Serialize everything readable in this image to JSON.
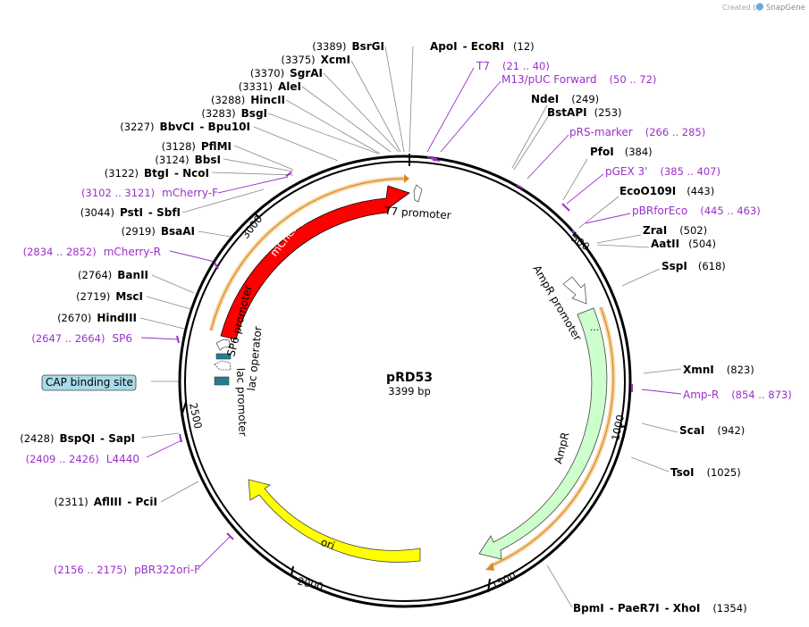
{
  "credit": {
    "created_by": "Created by",
    "brand": "SnapGene"
  },
  "plasmid": {
    "name": "pRD53",
    "size_label": "3399 bp"
  },
  "ticks": [
    "500",
    "1000",
    "1500",
    "2000",
    "2500",
    "3000"
  ],
  "features": {
    "mcherry": "mCherry",
    "ampr": "AmpR",
    "ori": "ori",
    "ampr_promoter": "AmpR promoter",
    "t7_promoter": "T7 promoter",
    "sp6_promoter": "SP6 promoter",
    "lac_operator": "lac operator",
    "lac_promoter": "lac promoter",
    "cap_site": "CAP binding site"
  },
  "enzymes": [
    {
      "pos": "(3389)",
      "name": "BsrGI"
    },
    {
      "pos": "(3375)",
      "name": "XcmI"
    },
    {
      "pos": "(3370)",
      "name": "SgrAI"
    },
    {
      "pos": "(3331)",
      "name": "AleI"
    },
    {
      "pos": "(3288)",
      "name": "HincII"
    },
    {
      "pos": "(3283)",
      "name": "BsgI"
    },
    {
      "pos": "(3227)",
      "name": "BbvCI",
      "name2": "- Bpu10I"
    },
    {
      "pos": "(3128)",
      "name": "PflMI"
    },
    {
      "pos": "(3124)",
      "name": "BbsI"
    },
    {
      "pos": "(3122)",
      "name": "BtgI",
      "name2": "- NcoI"
    },
    {
      "pos": "(3044)",
      "name": "PstI",
      "name2": "- SbfI"
    },
    {
      "pos": "(2919)",
      "name": "BsaAI"
    },
    {
      "pos": "(2764)",
      "name": "BanII"
    },
    {
      "pos": "(2719)",
      "name": "MscI"
    },
    {
      "pos": "(2670)",
      "name": "HindIII"
    },
    {
      "pos": "(2428)",
      "name": "BspQI",
      "name2": "- SapI"
    },
    {
      "pos": "(2311)",
      "name": "AflIII",
      "name2": "- PciI"
    },
    {
      "pos": "(12)",
      "name": "ApoI",
      "name2": "- EcoRI"
    },
    {
      "pos": "(249)",
      "name": "NdeI"
    },
    {
      "pos": "(253)",
      "name": "BstAPI"
    },
    {
      "pos": "(384)",
      "name": "PfoI"
    },
    {
      "pos": "(443)",
      "name": "EcoO109I"
    },
    {
      "pos": "(502)",
      "name": "ZraI"
    },
    {
      "pos": "(504)",
      "name": "AatII"
    },
    {
      "pos": "(618)",
      "name": "SspI"
    },
    {
      "pos": "(823)",
      "name": "XmnI"
    },
    {
      "pos": "(942)",
      "name": "ScaI"
    },
    {
      "pos": "(1025)",
      "name": "TsoI"
    },
    {
      "pos": "(1354)",
      "name": "BpmI",
      "name2": "- PaeR7I",
      "name3": "- XhoI"
    }
  ],
  "primers": [
    {
      "name": "T7",
      "range": "(21 .. 40)"
    },
    {
      "name": "M13/pUC Forward",
      "range": "(50 .. 72)"
    },
    {
      "name": "pRS-marker",
      "range": "(266 .. 285)"
    },
    {
      "name": "pGEX 3'",
      "range": "(385 .. 407)"
    },
    {
      "name": "pBRforEco",
      "range": "(445 .. 463)"
    },
    {
      "name": "Amp-R",
      "range": "(854 .. 873)"
    },
    {
      "name": "mCherry-F",
      "range": "(3102 .. 3121)"
    },
    {
      "name": "mCherry-R",
      "range": "(2834 .. 2852)"
    },
    {
      "name": "SP6",
      "range": "(2647 .. 2664)"
    },
    {
      "name": "L4440",
      "range": "(2409 .. 2426)"
    },
    {
      "name": "pBR322ori-F",
      "range": "(2156 .. 2175)"
    }
  ],
  "colors": {
    "mcherry": "#ff0000",
    "ampr": "#ccffcc",
    "ori": "#ffff00",
    "promoter": "#ffffff",
    "operator": "#2b7a8c",
    "primer": "#9b30c8",
    "cap_bg": "#a9dbe8",
    "orf_glow": "#f5c27a"
  }
}
